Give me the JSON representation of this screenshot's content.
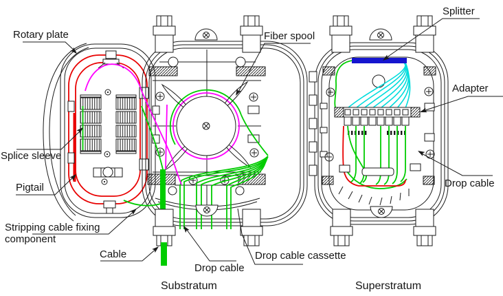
{
  "figure": {
    "captions": {
      "substratum": "Substratum",
      "superstratum": "Superstratum"
    },
    "labels": {
      "rotary_plate": "Rotary plate",
      "fiber_spool": "Fiber spool",
      "splitter": "Splitter",
      "adapter": "Adapter",
      "splice_sleeve": "Splice sleeve",
      "pigtail": "Pigtail",
      "stripping_line1": "Stripping cable fixing",
      "stripping_line2": "component",
      "cable": "Cable",
      "drop_cable_bottom": "Drop cable",
      "drop_cable_cassette": "Drop cable cassette",
      "drop_cable_right": "Drop cable"
    },
    "colors": {
      "fiber_green": "#00cc00",
      "fiber_magenta": "#ff00ff",
      "fiber_red": "#e80000",
      "fiber_cyan": "#00dcdc",
      "splitter_blue": "#1515cf",
      "line_black": "#1a1a1a"
    }
  }
}
